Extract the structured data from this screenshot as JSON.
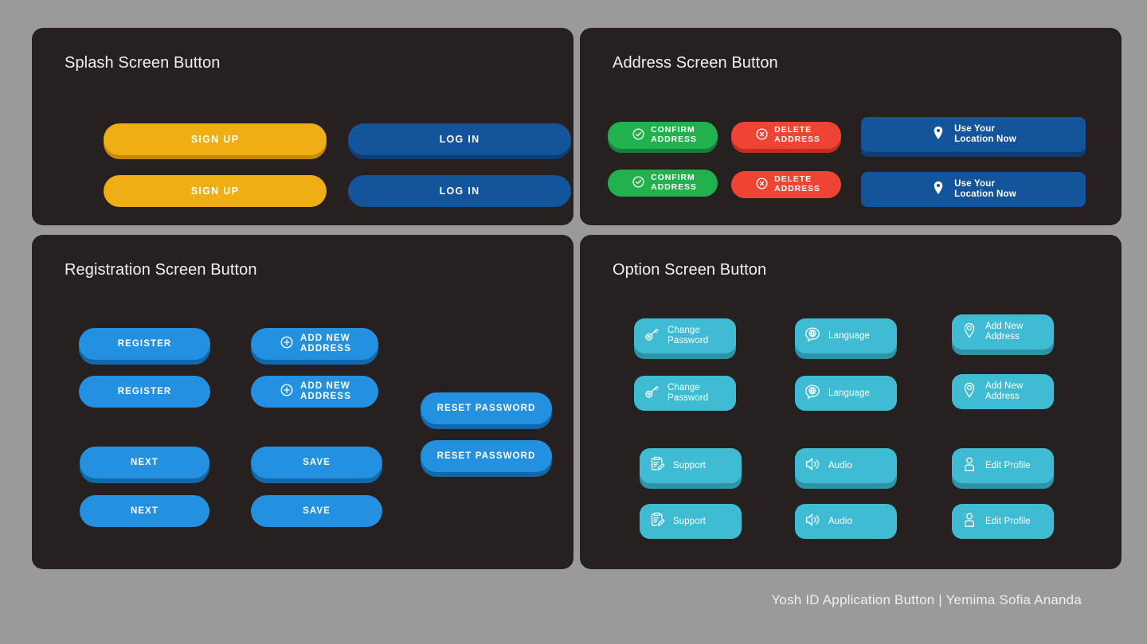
{
  "footer": {
    "text": "Yosh ID Application Button | Yemima Sofia Ananda"
  },
  "colors": {
    "page_background": "#9a9a9a",
    "panel_background": "#262020",
    "yellow": "#efae13",
    "dark_blue": "#14549a",
    "bright_blue": "#2491e0",
    "green": "#22b14c",
    "red": "#ef4434",
    "teal": "#3fbcd4",
    "text": "#ffffff"
  },
  "panels": {
    "splash": {
      "title": "Splash Screen Button",
      "buttons": [
        {
          "label": "SIGN UP",
          "style": "yellow",
          "raised": true
        },
        {
          "label": "LOG IN",
          "style": "dark-blue",
          "raised": true
        },
        {
          "label": "SIGN UP",
          "style": "yellow",
          "raised": false
        },
        {
          "label": "LOG IN",
          "style": "dark-blue",
          "raised": false
        }
      ]
    },
    "address": {
      "title": "Address Screen Button",
      "buttons": [
        {
          "label": "CONFIRM\nADDRESS",
          "icon": "check-circle-icon",
          "style": "green",
          "raised": true
        },
        {
          "label": "DELETE\nADDRESS",
          "icon": "x-circle-icon",
          "style": "red",
          "raised": true
        },
        {
          "label": "Use Your\nLocation Now",
          "icon": "map-pin-icon",
          "style": "dark-blue",
          "raised": true
        },
        {
          "label": "CONFIRM\nADDRESS",
          "icon": "check-circle-icon",
          "style": "green",
          "raised": false
        },
        {
          "label": "DELETE\nADDRESS",
          "icon": "x-circle-icon",
          "style": "red",
          "raised": false
        },
        {
          "label": "Use Your\nLocation Now",
          "icon": "map-pin-icon",
          "style": "dark-blue",
          "raised": false
        }
      ]
    },
    "registration": {
      "title": "Registration Screen Button",
      "buttons": [
        {
          "label": "REGISTER",
          "style": "bright-blue",
          "raised": true
        },
        {
          "label": "ADD NEW\nADDRESS",
          "icon": "plus-circle-icon",
          "style": "bright-blue",
          "raised": true
        },
        {
          "label": "REGISTER",
          "style": "bright-blue",
          "raised": false
        },
        {
          "label": "ADD NEW\nADDRESS",
          "icon": "plus-circle-icon",
          "style": "bright-blue",
          "raised": false
        },
        {
          "label": "RESET PASSWORD",
          "style": "bright-blue",
          "raised": true
        },
        {
          "label": "RESET PASSWORD",
          "style": "bright-blue",
          "raised": true
        },
        {
          "label": "NEXT",
          "style": "bright-blue",
          "raised": true
        },
        {
          "label": "SAVE",
          "style": "bright-blue",
          "raised": true
        },
        {
          "label": "NEXT",
          "style": "bright-blue",
          "raised": false
        },
        {
          "label": "SAVE",
          "style": "bright-blue",
          "raised": false
        }
      ]
    },
    "option": {
      "title": "Option Screen Button",
      "buttons": [
        {
          "label": "Change\nPassword",
          "icon": "key-icon",
          "style": "teal",
          "raised": true
        },
        {
          "label": "Language",
          "icon": "globe-speech-icon",
          "style": "teal",
          "raised": true
        },
        {
          "label": "Add New\nAddress",
          "icon": "map-pin-outline-icon",
          "style": "teal",
          "raised": true
        },
        {
          "label": "Change\nPassword",
          "icon": "key-icon",
          "style": "teal",
          "raised": false
        },
        {
          "label": "Language",
          "icon": "globe-speech-icon",
          "style": "teal",
          "raised": false
        },
        {
          "label": "Add New\nAddress",
          "icon": "map-pin-outline-icon",
          "style": "teal",
          "raised": false
        },
        {
          "label": "Support",
          "icon": "clipboard-pencil-icon",
          "style": "teal",
          "raised": true
        },
        {
          "label": "Audio",
          "icon": "speaker-icon",
          "style": "teal",
          "raised": true
        },
        {
          "label": "Edit Profile",
          "icon": "person-icon",
          "style": "teal",
          "raised": true
        },
        {
          "label": "Support",
          "icon": "clipboard-pencil-icon",
          "style": "teal",
          "raised": false
        },
        {
          "label": "Audio",
          "icon": "speaker-icon",
          "style": "teal",
          "raised": false
        },
        {
          "label": "Edit Profile",
          "icon": "person-icon",
          "style": "teal",
          "raised": false
        }
      ]
    }
  }
}
